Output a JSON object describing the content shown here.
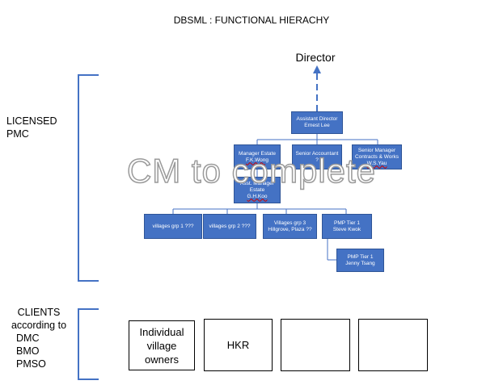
{
  "title": "DBSML : FUNCTIONAL HIERACHY",
  "director": "Director",
  "sidebar": {
    "licensed": [
      "LICENSED",
      "PMC"
    ],
    "clients": [
      "CLIENTS",
      "according to",
      "DMC",
      "BMO",
      "PMSO"
    ]
  },
  "org": {
    "assistant_director": {
      "role": "Assistant Director",
      "name": "Ernest  Lee"
    },
    "manager_estate": {
      "role": "Manager Estate",
      "name": "F.K.Wong"
    },
    "senior_accountant": {
      "role": "Senior Accountant",
      "name": "?"
    },
    "senior_manager": {
      "role": "Senior Manager",
      "role2": "Contracts & Works",
      "name": "W.S.Yau"
    },
    "asst_manager": {
      "role": "Asst. Manager",
      "role2": "Estate",
      "name": "G.H.Koo"
    },
    "villages1": {
      "text": "villages grp 1 ???"
    },
    "villages2": {
      "text": "villages grp 2 ???"
    },
    "villages3": {
      "text": "Villages grp 3",
      "text2": "Hillgrove, Plaza ??"
    },
    "pmp1a": {
      "role": "PMP Tier 1",
      "name": "Steve Kwok"
    },
    "pmp1b": {
      "role": "PMP Tier 1",
      "name": "Jenny  Tsang"
    }
  },
  "watermark": "CM to complete",
  "clients": [
    {
      "lines": [
        "Individual",
        "village",
        "owners"
      ]
    },
    {
      "lines": [
        "HKR"
      ]
    },
    {
      "lines": []
    },
    {
      "lines": []
    }
  ],
  "colors": {
    "box_fill": "#4472c4",
    "bracket": "#4472c4",
    "lines": "#4472c4"
  }
}
